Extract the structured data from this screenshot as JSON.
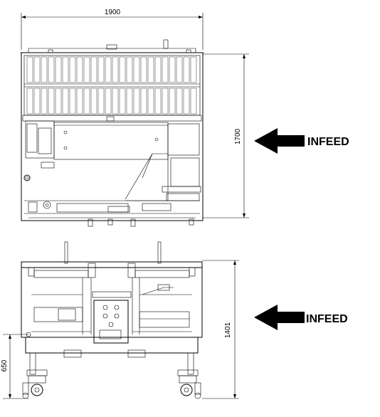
{
  "top_view": {
    "width_dimension": "1900",
    "depth_dimension": "1700",
    "infeed_label": "INFEED",
    "arrow_icon": "arrow-left-icon"
  },
  "front_view": {
    "height_dimension": "1401",
    "table_height_dimension": "650",
    "infeed_label": "INFEED",
    "arrow_icon": "arrow-left-icon"
  },
  "colors": {
    "line": "#000000",
    "background": "#ffffff"
  }
}
